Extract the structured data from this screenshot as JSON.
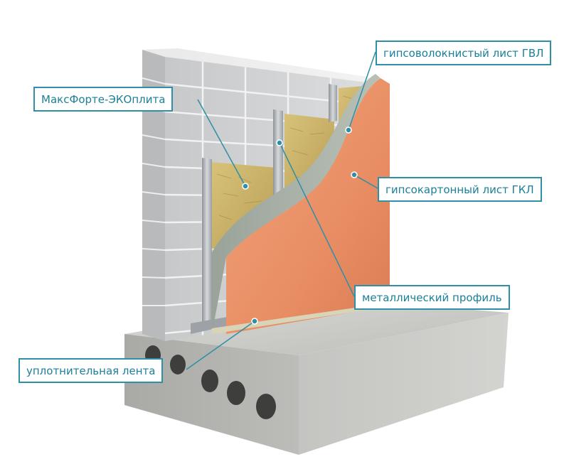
{
  "labels": {
    "gvl": "гипсоволокнистый лист ГВЛ",
    "maxforte": "МаксФорте-ЭКОплита",
    "gkl": "гипсокартонный лист ГКЛ",
    "profile": "металлический профиль",
    "tape": "уплотнительная лента"
  },
  "colors": {
    "accent": "#2f8fa6",
    "label_text": "#1c7f99",
    "brick": "#cfd0d2",
    "insulation": "#c9b36a",
    "gvl_sheet": "#a9b2a8",
    "gkl_sheet": "#e8916a",
    "slab": "#c4c4c2"
  }
}
